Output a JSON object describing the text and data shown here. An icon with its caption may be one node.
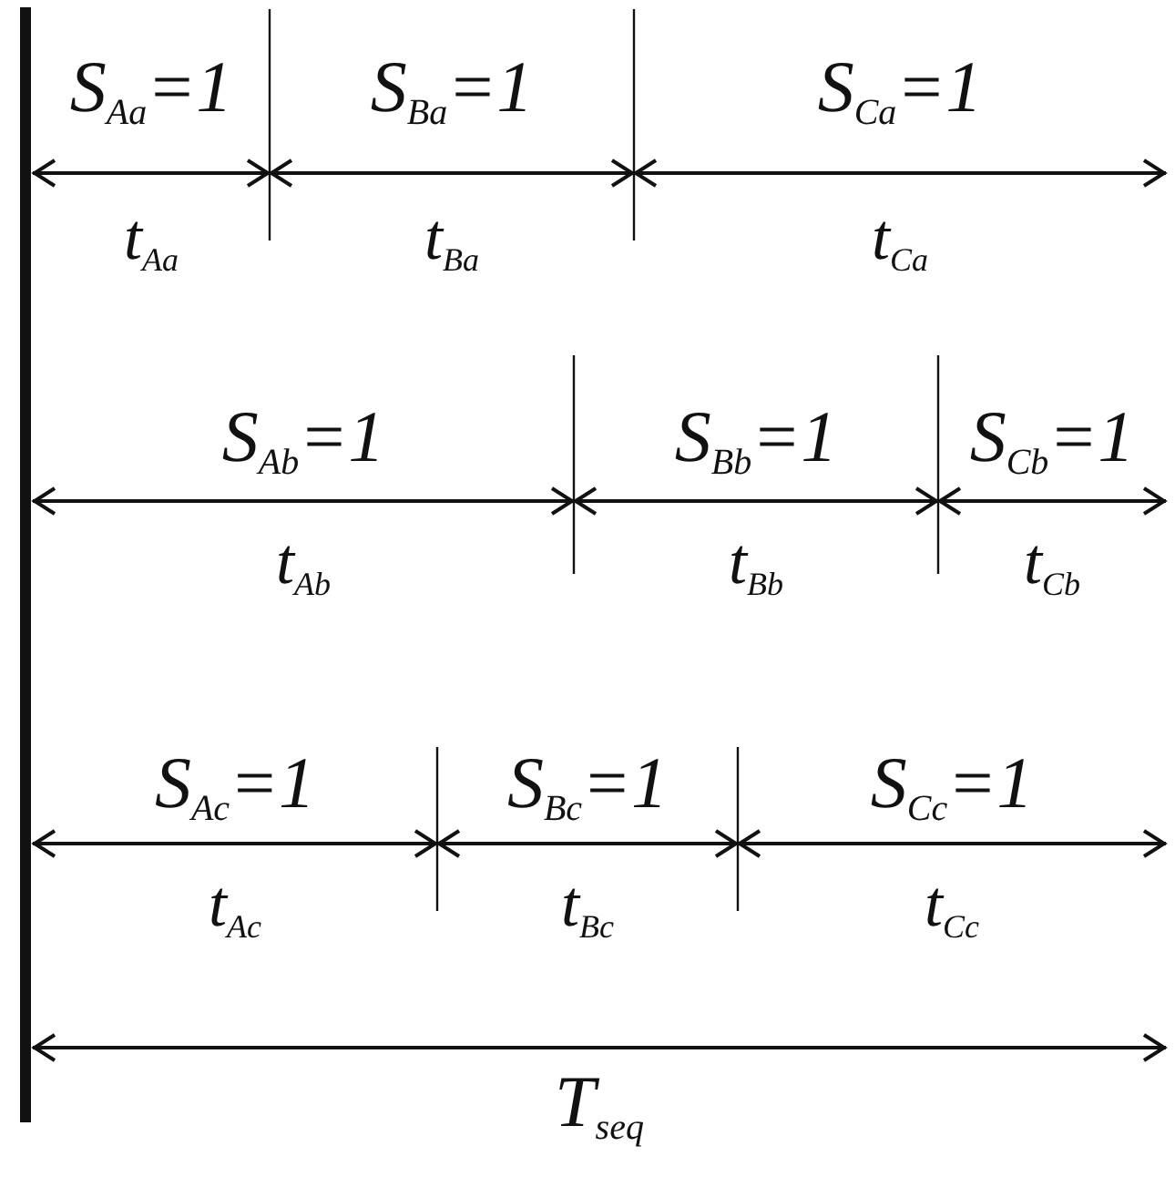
{
  "diagram": {
    "labels": [
      "S$_{Aa}$=1",
      "S$_{Ba}$=1",
      "S$_{Ca}$=1",
      "t$_{Aa}$",
      "t$_{Ba}$",
      "t$_{Ca}$",
      "S$_{Ab}$=1",
      "S$_{Bb}$=1",
      "S$_{Cb}$=1",
      "t$_{Ab}$",
      "t$_{Bb}$",
      "t$_{Cb}$",
      "S$_{Ac}$=1",
      "S$_{Bc}$=1",
      "S$_{Cc}$=1",
      "t$_{Ac}$",
      "t$_{Bc}$",
      "t$_{Cc}$",
      "T$_{seq}$"
    ]
  }
}
